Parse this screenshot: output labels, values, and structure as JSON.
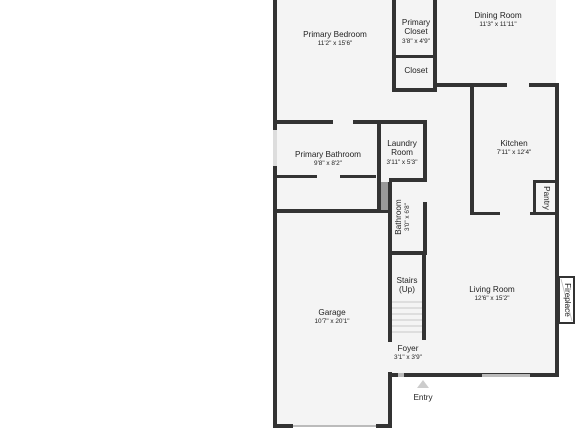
{
  "rooms": {
    "primary_bedroom": {
      "name": "Primary Bedroom",
      "dim": "11'2\" x 15'6\""
    },
    "primary_closet": {
      "name_line1": "Primary",
      "name_line2": "Closet",
      "dim": "3'8\" x 4'9\""
    },
    "closet": {
      "name": "Closet"
    },
    "dining_room": {
      "name": "Dining Room",
      "dim": "11'3\" x 11'11\""
    },
    "kitchen": {
      "name": "Kitchen",
      "dim": "7'11\" x 12'4\""
    },
    "pantry": {
      "name": "Pantry"
    },
    "primary_bathroom": {
      "name": "Primary Bathroom",
      "dim": "9'8\" x 8'2\""
    },
    "laundry_room": {
      "name_line1": "Laundry",
      "name_line2": "Room",
      "dim": "3'11\" x 5'3\""
    },
    "bathroom": {
      "name": "Bathroom",
      "dim": "3'0\" x 6'8\""
    },
    "stairs": {
      "name_line1": "Stairs",
      "name_line2": "(Up)"
    },
    "living_room": {
      "name": "Living Room",
      "dim": "12'6\" x 15'2\""
    },
    "fireplace": {
      "name": "Fireplace"
    },
    "garage": {
      "name": "Garage",
      "dim": "10'7\" x 20'1\""
    },
    "foyer": {
      "name": "Foyer",
      "dim": "3'1\" x 3'9\""
    },
    "entry": {
      "name": "Entry"
    }
  },
  "colors": {
    "wall": "#333333",
    "floor": "#f4f4f4",
    "window": "#bbbbbb"
  }
}
